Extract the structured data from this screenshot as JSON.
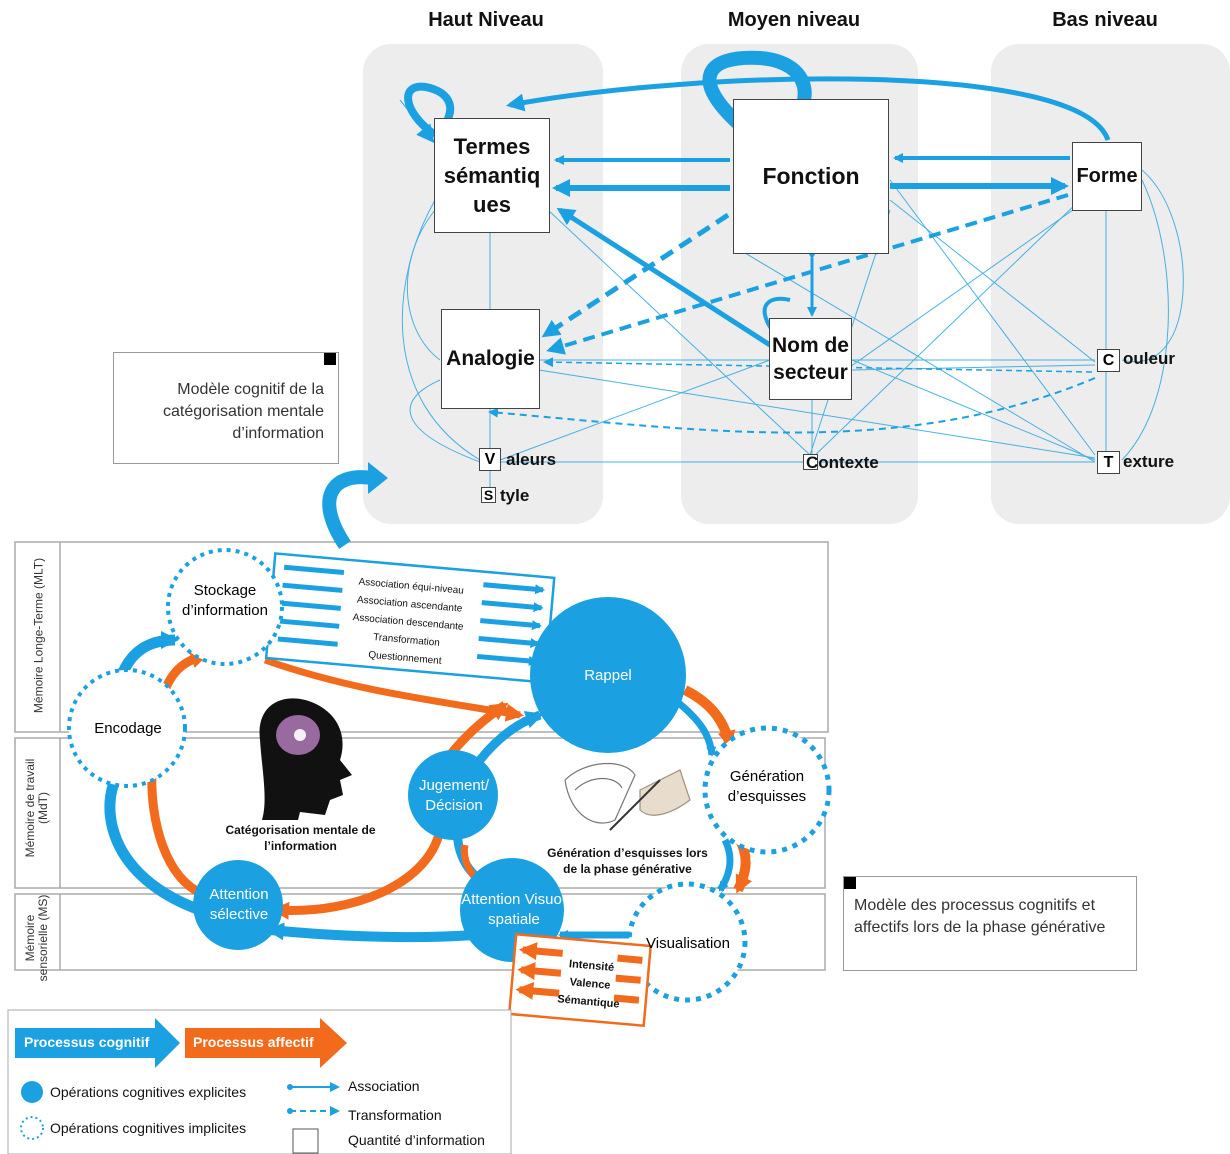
{
  "top_diagram": {
    "columns": [
      "Haut Niveau",
      "Moyen niveau",
      "Bas niveau"
    ],
    "nodes": {
      "termes": "Termes sémantiq ues",
      "fonction": "Fonction",
      "forme": "Forme",
      "analogie": "Analogie",
      "nom_secteur": "Nom de secteur",
      "couleur_letter": "C",
      "couleur_rest": "ouleur",
      "texture_letter": "T",
      "texture_rest": "exture",
      "valeurs_letter": "V",
      "valeurs_rest": "aleurs",
      "style_letter": "S",
      "style_rest": "tyle",
      "contexte": "Contexte"
    },
    "caption": "Modèle cognitif de la catégorisation mentale d’information"
  },
  "bottom_diagram": {
    "rows": [
      "Mémoire Longe-Terme (MLT)",
      "Mémoire de travail (MdT)",
      "Mémoire sensorielle (MS)"
    ],
    "circles": {
      "stockage": "Stockage d’information",
      "encodage": "Encodage",
      "rappel": "Rappel",
      "generation": "Génération d’esquisses",
      "visualisation": "Visualisation",
      "jugement": "Jugement/ Décision",
      "attention_sel": "Attention sélective",
      "attention_vs": "Attention Visuo-spatiale"
    },
    "assoc_list": [
      "Association équi-niveau",
      "Association ascendante",
      "Association descendante",
      "Transformation",
      "Questionnement"
    ],
    "head_caption": "Catégorisation mentale de l’information",
    "sketch_caption": "Génération d’esquisses lors de la phase générative",
    "affect_list": [
      "Intensité",
      "Valence",
      "Sémantique"
    ],
    "caption": "Modèle des processus cognitifs et affectifs lors de la phase générative"
  },
  "legend": {
    "cognitive": "Processus cognitif",
    "affective": "Processus affectif",
    "explicit": "Opérations cognitives explicites",
    "implicit": "Opérations cognitives implicites",
    "association": "Association",
    "transformation": "Transformation",
    "quantity": "Quantité d’information"
  },
  "colors": {
    "blue": "#1BA1E2",
    "orange": "#F26B1D",
    "panel": "#EDEDED"
  }
}
